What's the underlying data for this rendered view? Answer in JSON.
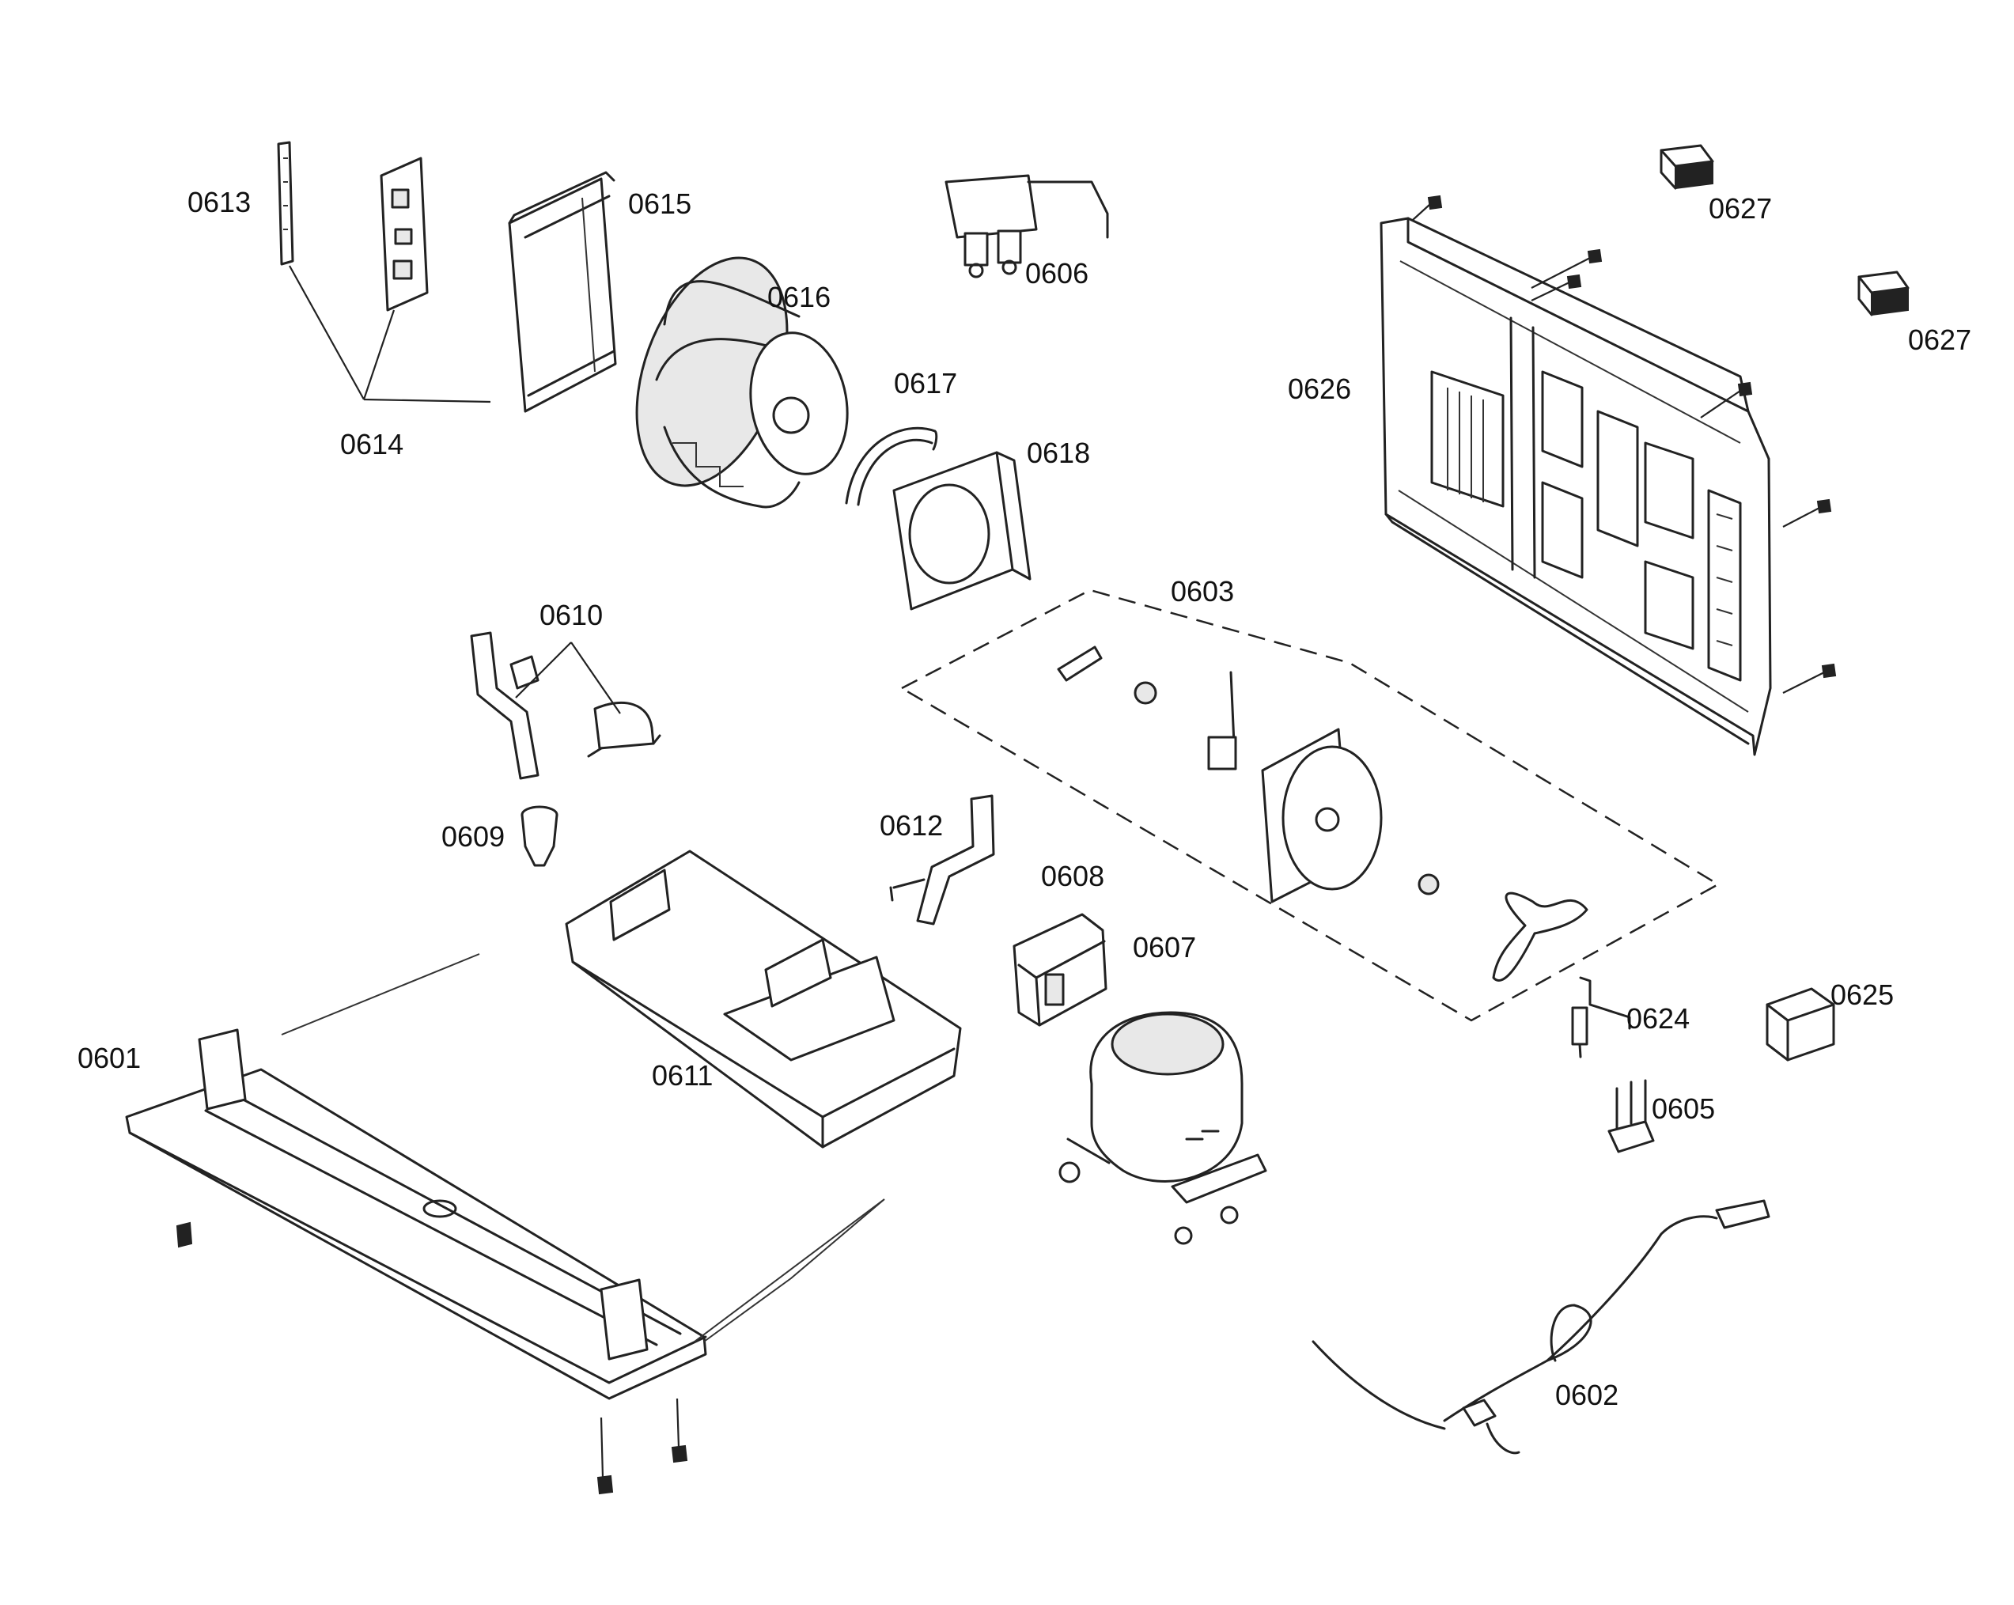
{
  "diagram": {
    "labels": {
      "p0601": "0601",
      "p0602": "0602",
      "p0603": "0603",
      "p0605": "0605",
      "p0606": "0606",
      "p0607": "0607",
      "p0608": "0608",
      "p0609": "0609",
      "p0610": "0610",
      "p0611": "0611",
      "p0612": "0612",
      "p0613": "0613",
      "p0614": "0614",
      "p0615": "0615",
      "p0616": "0616",
      "p0617": "0617",
      "p0618": "0618",
      "p0624": "0624",
      "p0625": "0625",
      "p0626": "0626",
      "p0627a": "0627",
      "p0627b": "0627"
    }
  }
}
